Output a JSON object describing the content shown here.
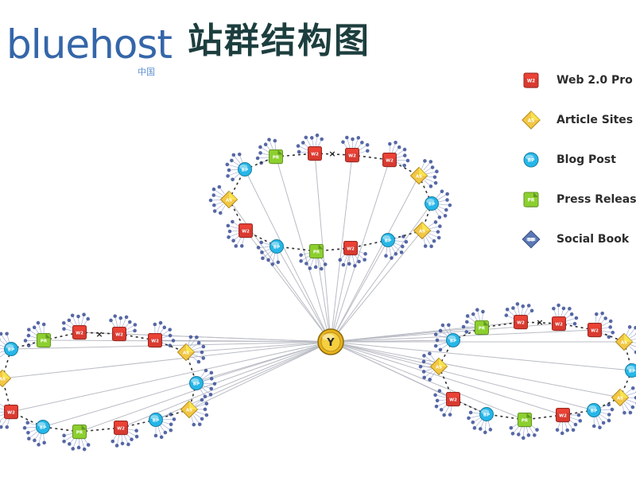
{
  "header": {
    "brand": "bluehost",
    "brand_sub": "中国",
    "title": "站群结构图"
  },
  "legend": [
    {
      "label": "Web 2.0 Pro",
      "icon": "web20-icon",
      "badge": "W2",
      "color": "#d93a30"
    },
    {
      "label": "Article Sites",
      "icon": "article-sites-icon",
      "badge": "AS",
      "color": "#f2c744"
    },
    {
      "label": "Blog Post",
      "icon": "blog-post-icon",
      "badge": "BP",
      "color": "#25b6e8"
    },
    {
      "label": "Press Releas",
      "icon": "press-release-icon",
      "badge": "PR",
      "color": "#8ccf2f"
    },
    {
      "label": "Social Book",
      "icon": "social-bookmark-icon",
      "badge": "SB",
      "color": "#5a78b5"
    }
  ],
  "hub": {
    "label": "Y",
    "icon": "hub-icon"
  },
  "colors": {
    "link": "#b9bcc4",
    "dotted": "#3b4f96",
    "ring": "#333333"
  }
}
